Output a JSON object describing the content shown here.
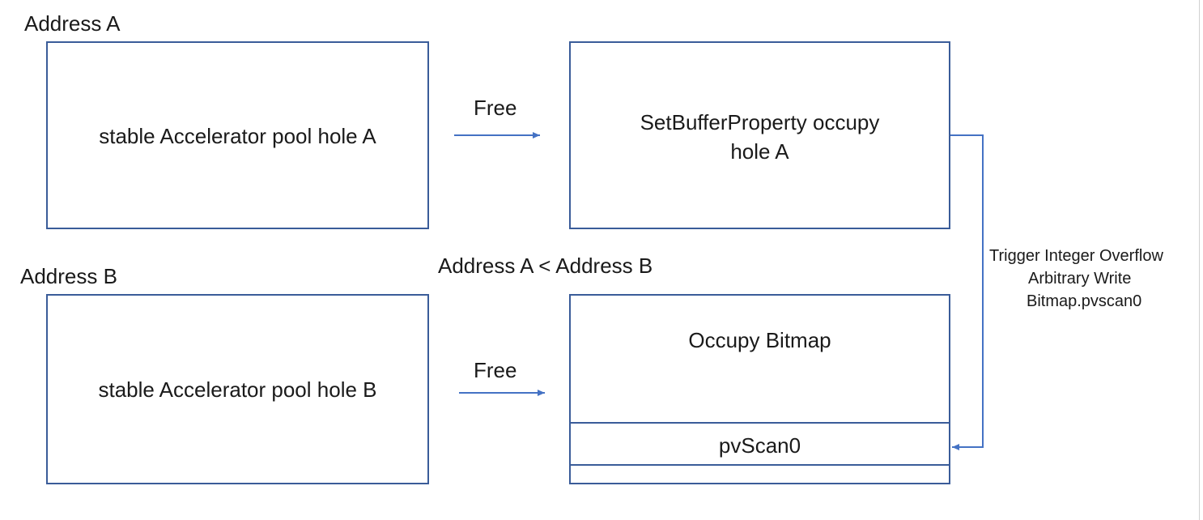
{
  "labels": {
    "address_a": "Address A",
    "address_b": "Address B",
    "compare": "Address A < Address B"
  },
  "boxes": {
    "hole_a": "stable Accelerator pool hole A",
    "hole_b": "stable Accelerator pool hole B",
    "setbuffer_line1": "SetBufferProperty occupy",
    "setbuffer_line2": "hole A",
    "bitmap_title": "Occupy Bitmap",
    "pvscan_field": "pvScan0"
  },
  "arrows": {
    "free_top": "Free",
    "free_bottom": "Free"
  },
  "overflow_note": {
    "line1": "Trigger Integer Overflow",
    "line2": "Arbitrary Write",
    "line3": "Bitmap.pvscan0"
  },
  "colors": {
    "stroke": "#3a5c99",
    "arrow": "#4472c4"
  }
}
